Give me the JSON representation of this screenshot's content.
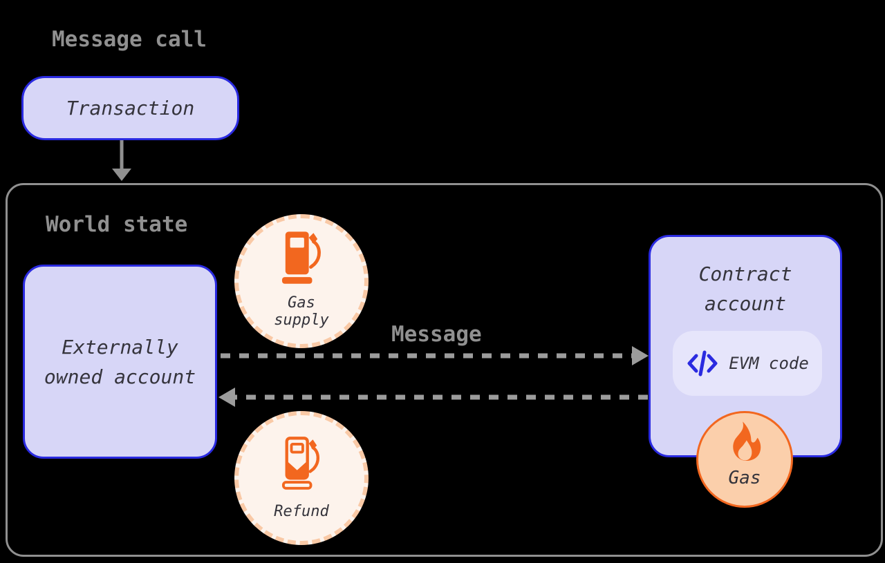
{
  "header": {
    "title": "Message call"
  },
  "transaction": {
    "label": "Transaction"
  },
  "world_state": {
    "label": "World state",
    "eoa": {
      "line1": "Externally",
      "line2": "owned account"
    },
    "gas_supply": {
      "line1": "Gas",
      "line2": "supply",
      "icon": "gas-pump-icon"
    },
    "message_arrow": {
      "label": "Message"
    },
    "contract": {
      "line1": "Contract",
      "line2": "account",
      "evm": {
        "label": "EVM code",
        "icon": "code-icon"
      }
    },
    "gas": {
      "label": "Gas",
      "icon": "flame-icon"
    },
    "refund": {
      "label": "Refund",
      "icon": "gas-pump-refund-icon"
    }
  },
  "colors": {
    "background": "#000000",
    "gray_text": "#909090",
    "dashed_arrow": "#9c9c9c",
    "account_fill": "#d7d6f7",
    "account_border": "#2a2ae0",
    "evm_pill_fill": "#e6e5fb",
    "circle_cream_fill": "#fdf3ec",
    "circle_dash_peach": "#f9c9a6",
    "orange": "#f2671f",
    "gas_circle_fill": "#fbcfab",
    "dark_text": "#35343c"
  }
}
